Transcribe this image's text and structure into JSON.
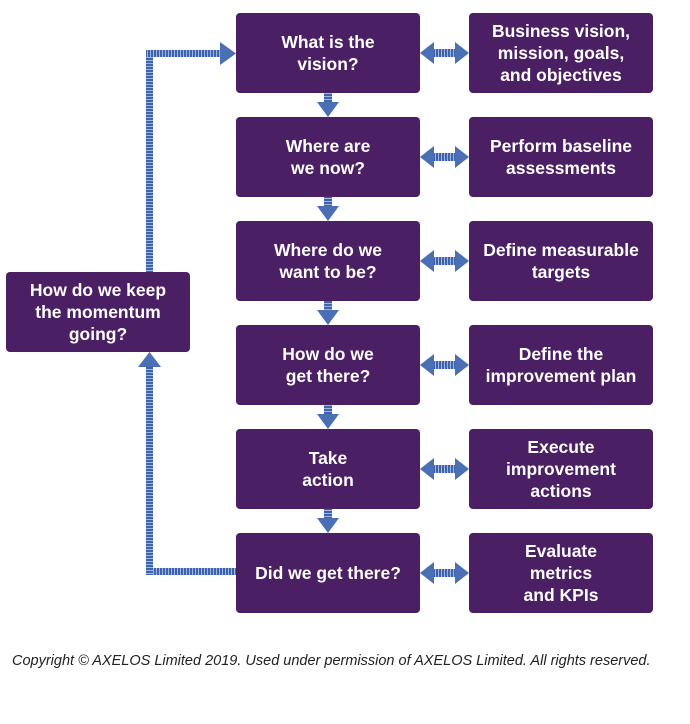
{
  "steps": [
    {
      "question": "What is the\nvision?",
      "action": "Business vision,\nmission, goals,\nand objectives"
    },
    {
      "question": "Where are\nwe now?",
      "action": "Perform baseline\nassessments"
    },
    {
      "question": "Where do we\nwant to be?",
      "action": "Define measurable\ntargets"
    },
    {
      "question": "How do we\nget there?",
      "action": "Define the\nimprovement plan"
    },
    {
      "question": "Take\naction",
      "action": "Execute\nimprovement\nactions"
    },
    {
      "question": "Did we get there?",
      "action": "Evaluate\nmetrics\nand KPIs"
    }
  ],
  "loop": {
    "question": "How do we keep\nthe momentum\ngoing?"
  },
  "colors": {
    "box": "#4b1f63",
    "arrow": "#4a6fb5"
  },
  "copyright": "Copyright © AXELOS Limited 2019. Used under permission of AXELOS Limited. All rights reserved."
}
